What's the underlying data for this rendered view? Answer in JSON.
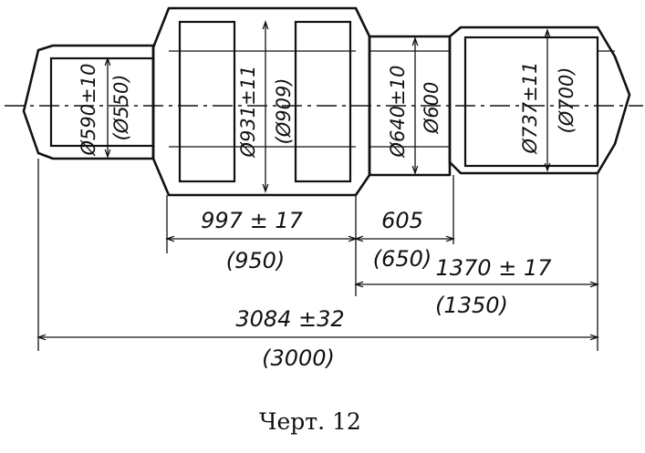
{
  "diameters": {
    "journal_left": {
      "actual": "Ø590±10",
      "nominal": "(Ø550)"
    },
    "barrel_left": {
      "actual": "Ø931±11",
      "nominal": "(Ø909)"
    },
    "journal_mid": {
      "actual": "Ø640±10",
      "nominal": "Ø600"
    },
    "journal_right": {
      "actual": "Ø737±11",
      "nominal": "(Ø700)"
    }
  },
  "lengths": {
    "barrel": {
      "actual": "997 ± 17",
      "nominal": "(950)"
    },
    "neck": {
      "actual": "605",
      "nominal": "(650)"
    },
    "right_section": {
      "actual": "1370 ± 17",
      "nominal": "(1350)"
    },
    "overall": {
      "actual": "3084 ±32",
      "nominal": "(3000)"
    }
  },
  "caption": "Черт. 12"
}
